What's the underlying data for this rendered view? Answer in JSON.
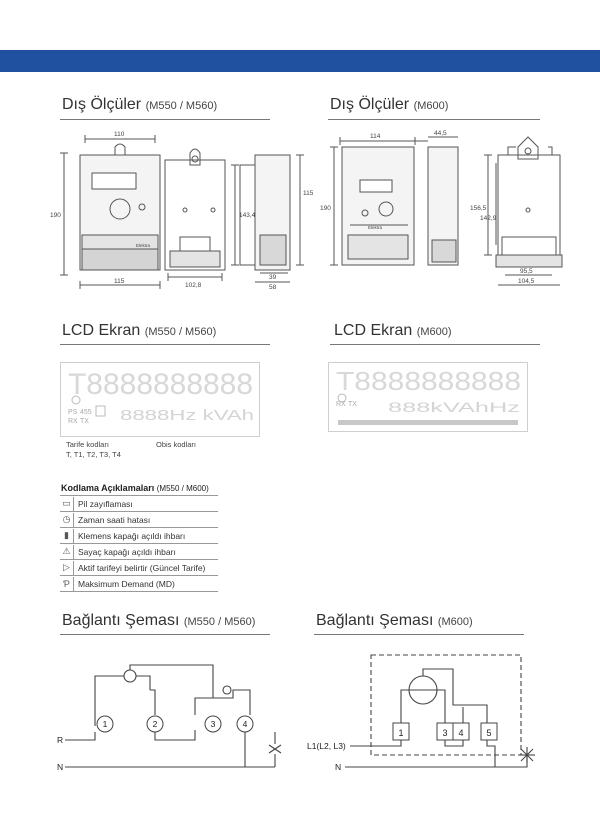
{
  "colors": {
    "band": "#2050a0",
    "line": "#555555",
    "lcd_segment": "#d8d8d8"
  },
  "sections": {
    "dims_left": {
      "title": "Dış Ölçüler",
      "model": "(M550 / M560)"
    },
    "dims_right": {
      "title": "Dış Ölçüler",
      "model": "(M600)"
    },
    "lcd_left": {
      "title": "LCD Ekran",
      "model": "(M550 / M560)"
    },
    "lcd_right": {
      "title": "LCD Ekran",
      "model": "(M600)"
    },
    "wiring_left": {
      "title": "Bağlantı Şeması",
      "model": "(M550 / M560)"
    },
    "wiring_right": {
      "title": "Bağlantı Şeması",
      "model": "(M600)"
    }
  },
  "dims_left": {
    "front_width": "110",
    "front_height": "190",
    "front_base_width": "115",
    "side_height": "143,4",
    "side_base_width": "102,8",
    "depth_height": "115",
    "depth_a": "39",
    "depth_b": "58",
    "brand": "Elektra"
  },
  "dims_right": {
    "front_width": "114",
    "front_height": "190",
    "side_width": "44,5",
    "side_height_a": "156,5",
    "side_height_b": "142,9",
    "base_a": "95,5",
    "base_b": "104,5",
    "brand": "Elektra"
  },
  "lcd_left": {
    "digits": "T8888888888",
    "row2": "8888Hz kVAh",
    "tags": [
      "PS",
      "455",
      "RX",
      "TX"
    ],
    "caption_tariff": [
      "Tarife kodları",
      "T, T1, T2, T3, T4"
    ],
    "caption_obis": "Obis kodları"
  },
  "lcd_right": {
    "digits": "T8888888888",
    "row2": "888kVAhHz",
    "tags": [
      "RX",
      "TX"
    ]
  },
  "legend": {
    "title": "Kodlama Açıklamaları",
    "model": "(M550 / M600)",
    "items": [
      {
        "icon": "battery-icon",
        "label": "Pil zayıflaması"
      },
      {
        "icon": "clock-icon",
        "label": "Zaman saati hatası"
      },
      {
        "icon": "lock-icon",
        "label": "Klemens kapağı açıldı ihbarı"
      },
      {
        "icon": "warning-icon",
        "label": "Sayaç kapağı açıldı ihbarı"
      },
      {
        "icon": "triangle-icon",
        "label": "Aktif tarifeyi belirtir (Güncel Tarife)"
      },
      {
        "icon": "demand-icon",
        "label": "Maksimum Demand (MD)"
      }
    ]
  },
  "wiring_left": {
    "terminals": [
      "1",
      "2",
      "3",
      "4"
    ],
    "line_r": "R",
    "line_n": "N"
  },
  "wiring_right": {
    "terminals": [
      "1",
      "3",
      "4",
      "5"
    ],
    "line_l": "L1(L2, L3)",
    "line_n": "N"
  }
}
